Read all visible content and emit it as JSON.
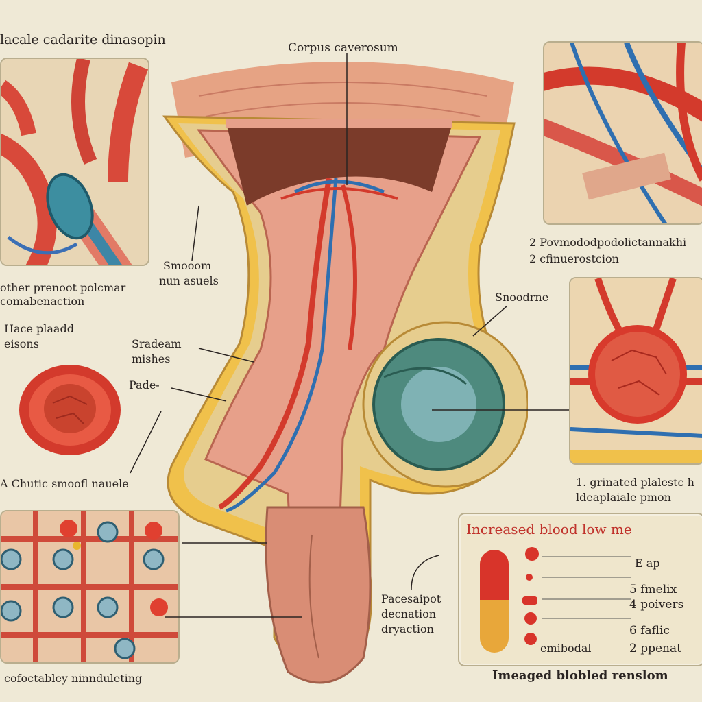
{
  "labels": {
    "top_left_title": "lacale cadarite dinasopin",
    "corpus": "Corpus caverosum",
    "smooth_muscles": [
      "Smooom",
      "nun asuels"
    ],
    "left_desc": [
      "other prenoot polcmar",
      "comabenaction"
    ],
    "hace": [
      "Hace plaadd",
      "eisons"
    ],
    "sradeam": [
      "Sradeam",
      "mishes"
    ],
    "pade": "Pade-",
    "chutic": "A Chutic smoofl nauele",
    "bottom_left": "cofoctabley ninnduleting",
    "top_right_desc": [
      "2 Povmododpodolictannakhi",
      "2 cfinuerostcion"
    ],
    "snodrne": "Snoodrne",
    "right_desc": [
      "1. grinated plalestc h",
      "ldeaplaiale pmon"
    ],
    "pacesaipot": [
      "Pacesaipot",
      "decnation",
      "dryaction"
    ],
    "increased_title": "Increased blood low me",
    "legend_items": [
      "E ap",
      "5 fmelix",
      "4 poivers",
      "6 faflic",
      "2 ppenat"
    ],
    "embodal": "emibodal",
    "bottom_caption": "Imeaged blobled renslom"
  },
  "colors": {
    "background": "#efe9d6",
    "artery_red": "#d33a2c",
    "vein_blue": "#2f6fb0",
    "tissue_pink": "#e7a08a",
    "fat_yellow": "#f0c14b",
    "teal_tissue": "#5a8f82",
    "legend_title_red": "#c0322b"
  }
}
